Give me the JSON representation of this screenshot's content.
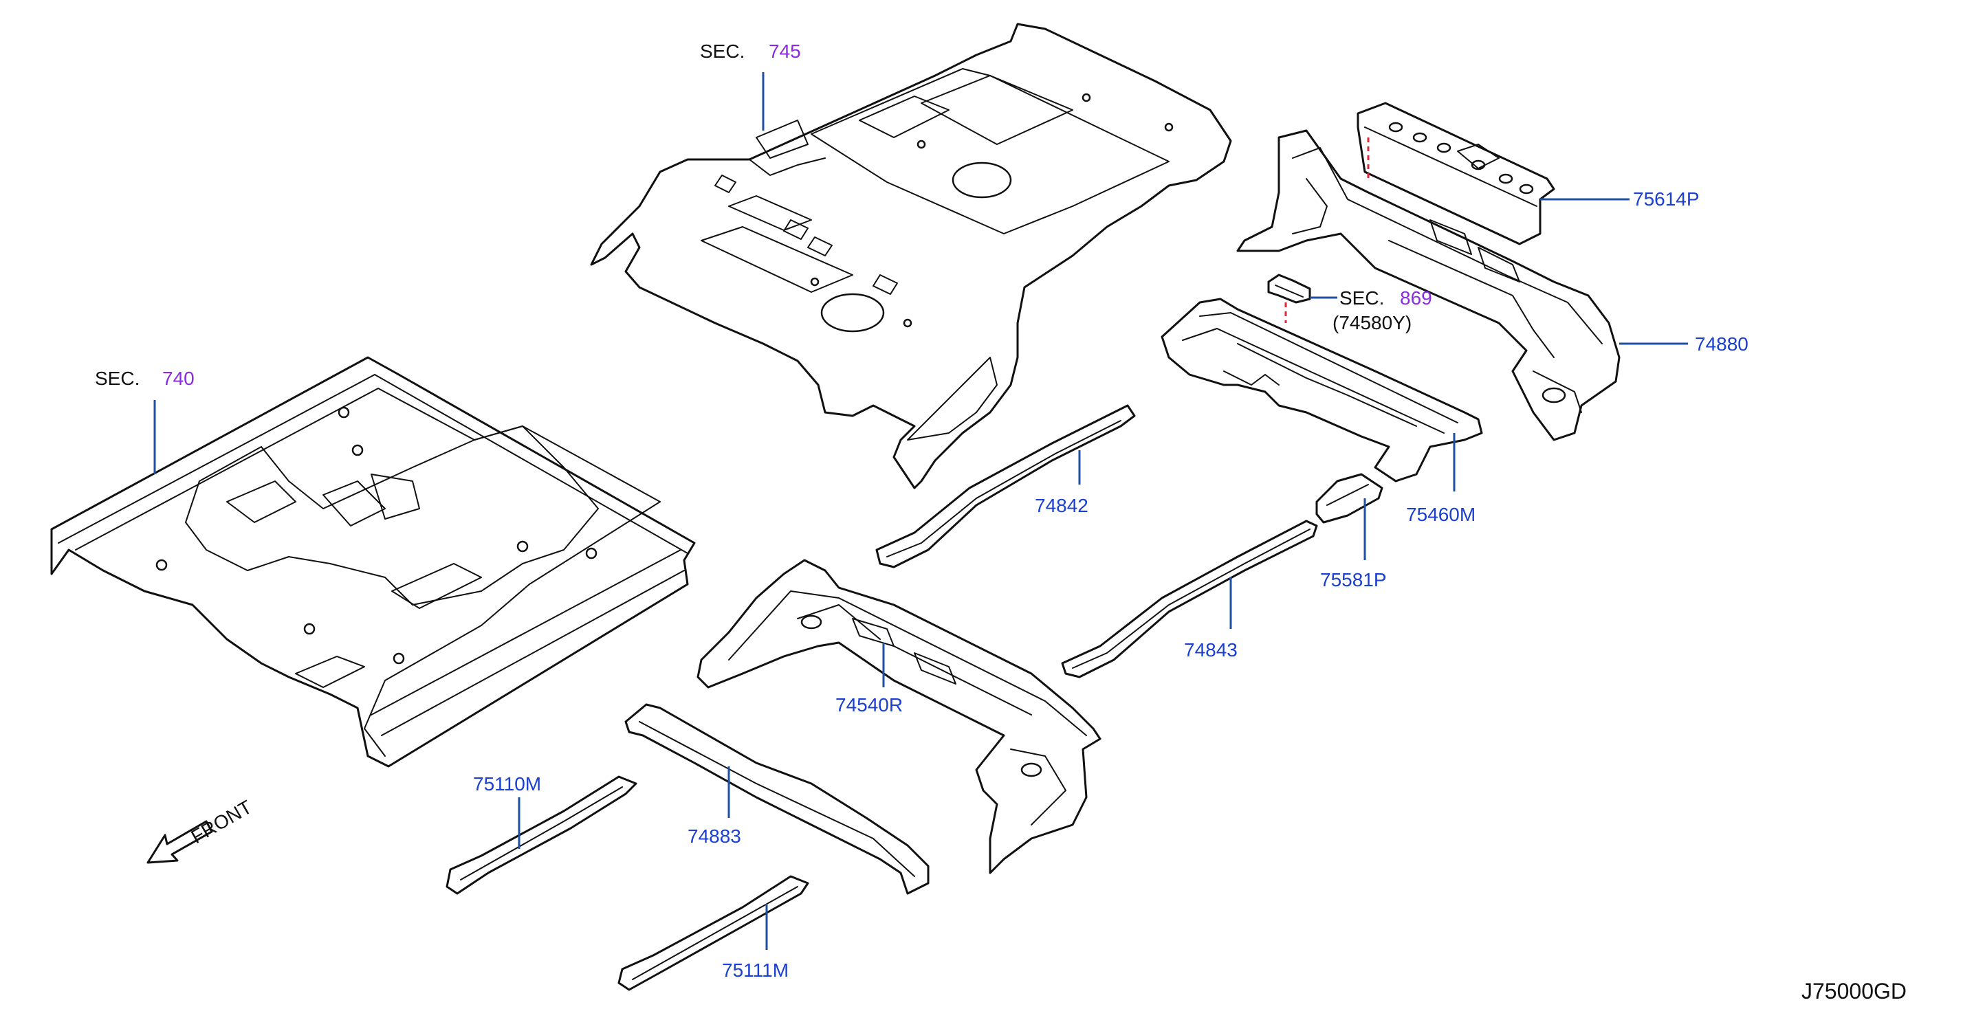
{
  "colors": {
    "part_label": "#1a3fd1",
    "section_number": "#8a2be2",
    "section_prefix": "#111111",
    "leader_line": "#1f4fa0",
    "dashed_link": "#e0283a"
  },
  "sections": {
    "sec745": {
      "prefix": "SEC.",
      "number": "745"
    },
    "sec740": {
      "prefix": "SEC.",
      "number": "740"
    },
    "sec869": {
      "prefix": "SEC.",
      "number": "869",
      "sub": "(74580Y)"
    }
  },
  "parts": {
    "p75614P": "75614P",
    "p74880": "74880",
    "p75460M": "75460M",
    "p75581P": "75581P",
    "p74842": "74842",
    "p74843": "74843",
    "p74540R": "74540R",
    "p75110M": "75110M",
    "p74883": "74883",
    "p75111M": "75111M"
  },
  "orientation": {
    "label": "FRONT",
    "icon": "front-arrow-icon"
  },
  "diagram_code": "J75000GD"
}
